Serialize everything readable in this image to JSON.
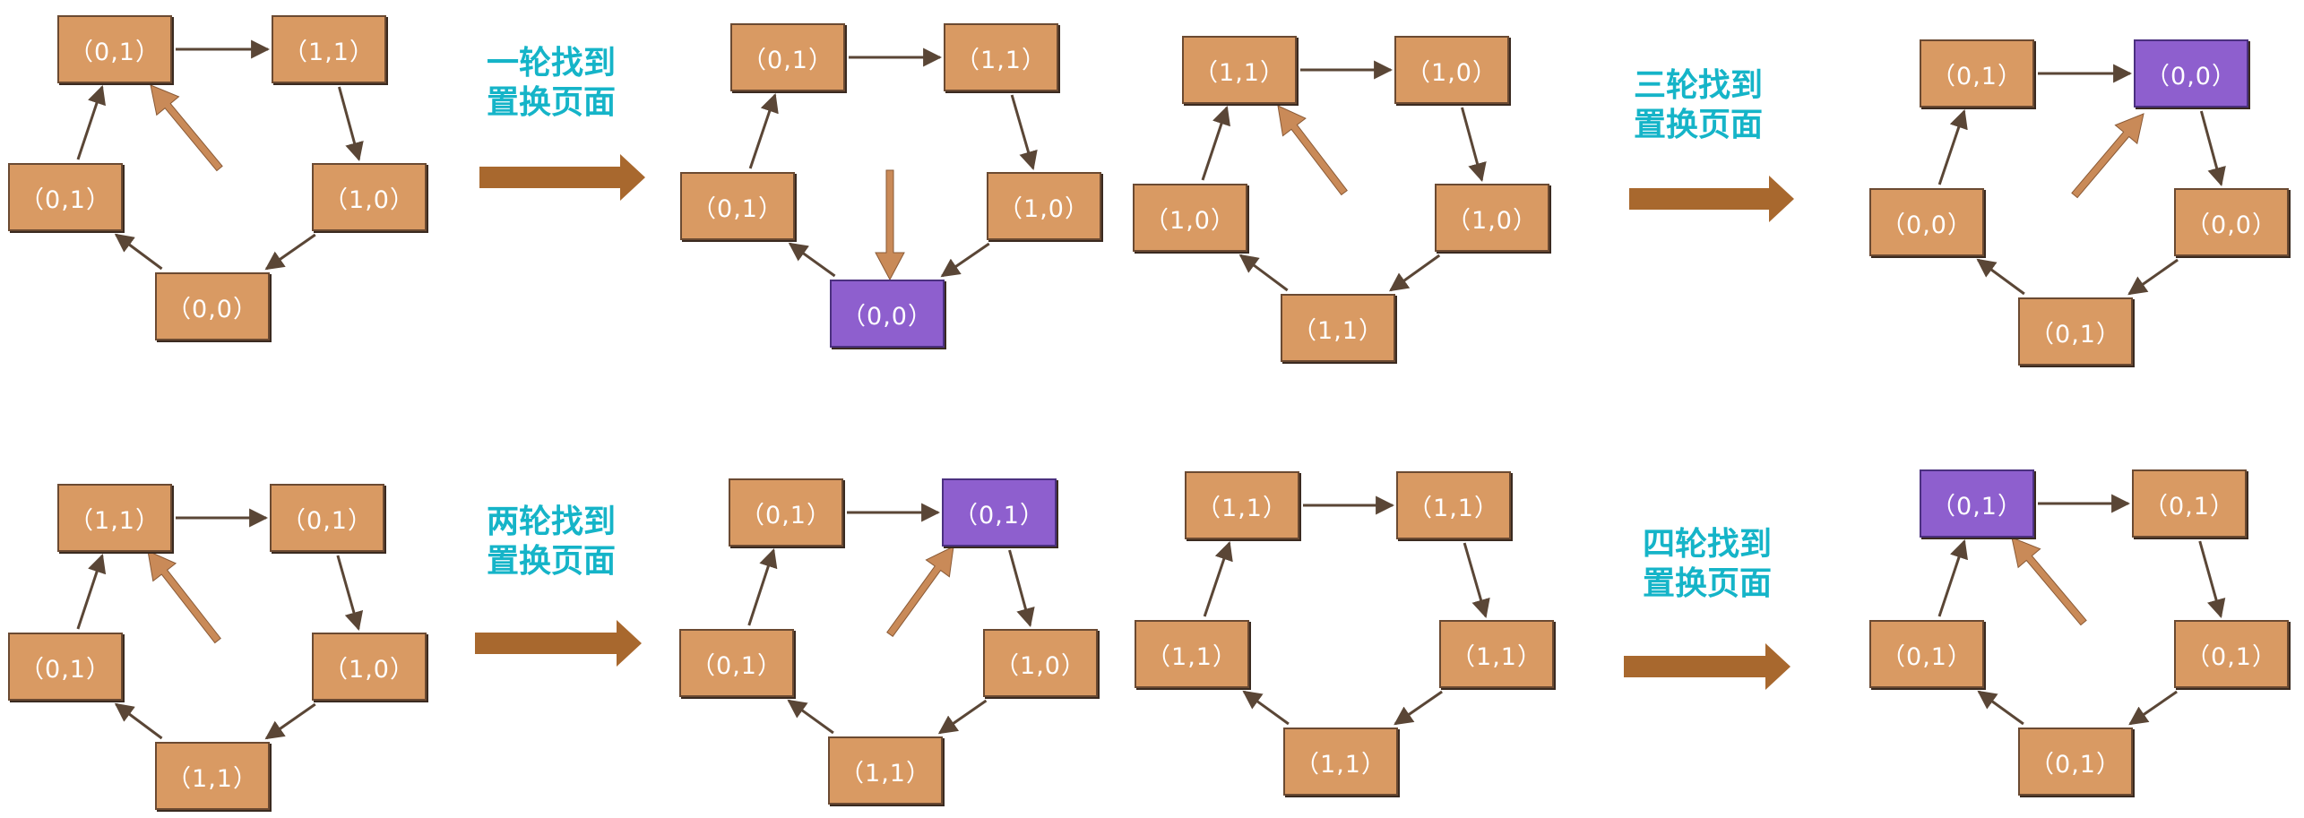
{
  "colors": {
    "node_fill": "#d99a63",
    "node_highlight_fill": "#8e5fce",
    "node_border": "#6b4a32",
    "node_text": "#ffffff",
    "edge": "#5a4636",
    "pointer": "#c98a58",
    "transition_arrow": "#a8682e",
    "caption_text": "#15b4c8"
  },
  "captions": {
    "round1": {
      "line1": "一轮找到",
      "line2": "置换页面"
    },
    "round2": {
      "line1": "两轮找到",
      "line2": "置换页面"
    },
    "round3": {
      "line1": "三轮找到",
      "line2": "置换页面"
    },
    "round4": {
      "line1": "四轮找到",
      "line2": "置换页面"
    }
  },
  "rings": [
    {
      "label": "r1-before",
      "nodes": [
        "（0,1）",
        "（1,1）",
        "（1,0）",
        "（0,0）",
        "（0,1）"
      ],
      "highlight": null
    },
    {
      "label": "r1-after",
      "nodes": [
        "（0,1）",
        "（1,1）",
        "（1,0）",
        "（0,0）",
        "（0,1）"
      ],
      "highlight": 3
    },
    {
      "label": "r3-before",
      "nodes": [
        "（1,1）",
        "（1,0）",
        "（1,0）",
        "（1,1）",
        "（1,0）"
      ],
      "highlight": null
    },
    {
      "label": "r3-after",
      "nodes": [
        "（0,1）",
        "（0,0）",
        "（0,0）",
        "（0,1）",
        "（0,0）"
      ],
      "highlight": 1
    },
    {
      "label": "r2-before",
      "nodes": [
        "（1,1）",
        "（0,1）",
        "（1,0）",
        "（1,1）",
        "（0,1）"
      ],
      "highlight": null
    },
    {
      "label": "r2-after",
      "nodes": [
        "（0,1）",
        "（0,1）",
        "（1,0）",
        "（1,1）",
        "（0,1）"
      ],
      "highlight": 1
    },
    {
      "label": "r4-before",
      "nodes": [
        "（1,1）",
        "（1,1）",
        "（1,1）",
        "（1,1）",
        "（1,1）"
      ],
      "highlight": null
    },
    {
      "label": "r4-after",
      "nodes": [
        "（0,1）",
        "（0,1）",
        "（0,1）",
        "（0,1）",
        "（0,1）"
      ],
      "highlight": 0
    }
  ]
}
